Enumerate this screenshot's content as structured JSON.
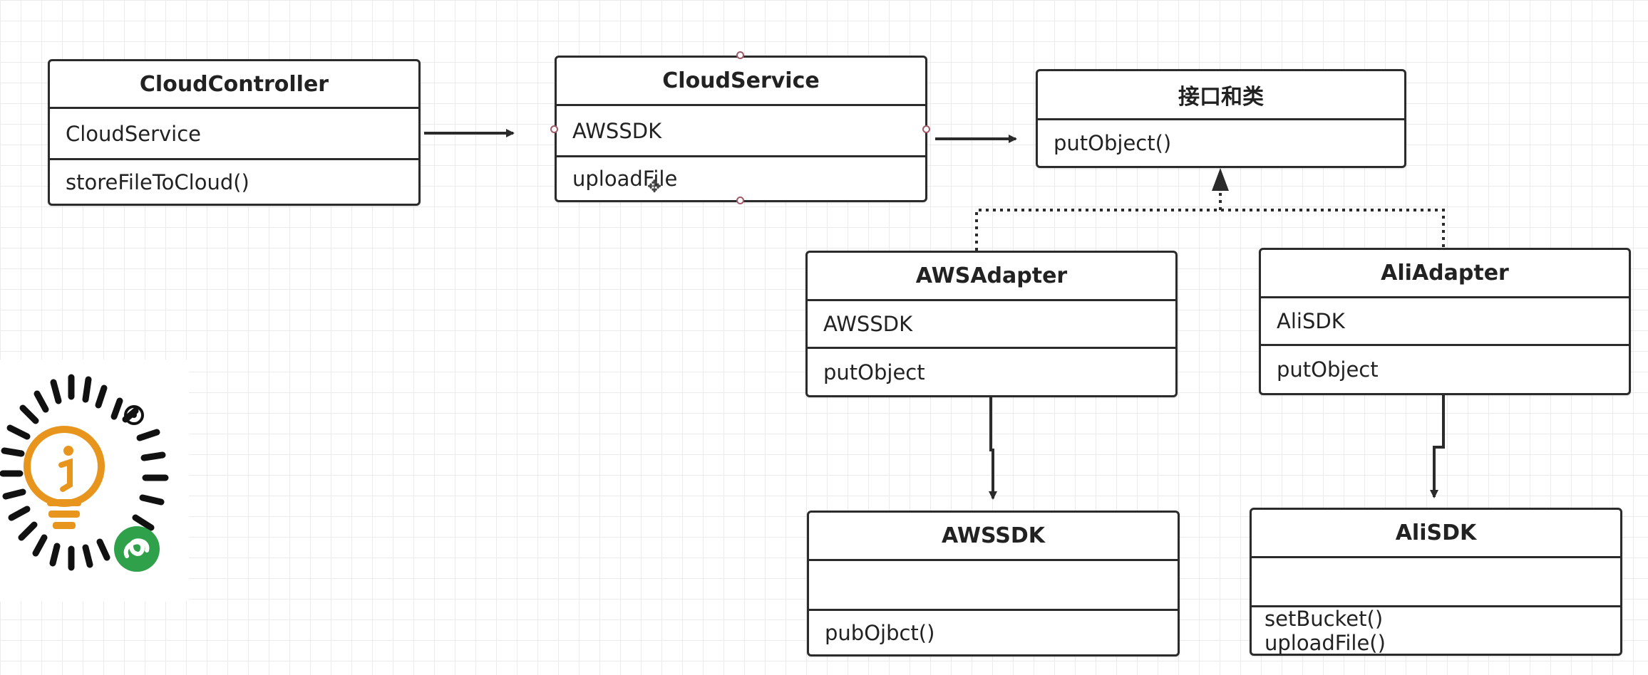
{
  "boxes": {
    "cloud_controller": {
      "title": "CloudController",
      "field": "CloudService",
      "method": "storeFileToCloud()"
    },
    "cloud_service": {
      "title": "CloudService",
      "field": "AWSSDK",
      "method": "uploadFile"
    },
    "interface": {
      "title": "接口和类",
      "method": "putObject()"
    },
    "aws_adapter": {
      "title": "AWSAdapter",
      "field": "AWSSDK",
      "method": "putObject"
    },
    "ali_adapter": {
      "title": "AliAdapter",
      "field": "AliSDK",
      "method": "putObject"
    },
    "aws_sdk": {
      "title": "AWSSDK",
      "field": "",
      "method": "pubOjbct()"
    },
    "ali_sdk": {
      "title": "AliSDK",
      "field": "",
      "methods": [
        "setBucket()",
        "uploadFile()"
      ]
    }
  },
  "colors": {
    "line": "#2b2b2b",
    "grid": "#ebebeb",
    "qr_orange": "#e8951e",
    "qr_green": "#2ea14a"
  },
  "icons": [
    "move-cursor-icon",
    "mini-program-qr-code-icon"
  ]
}
